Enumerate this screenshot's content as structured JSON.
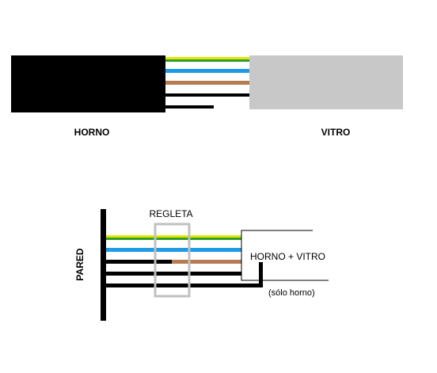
{
  "top": {
    "left_label": "HORNO",
    "right_label": "VITRO"
  },
  "bottom": {
    "wall_label": "PARED",
    "strip_label": "REGLETA",
    "box_label": "HORNO + VITRO",
    "note_label": "(sólo horno)"
  },
  "colors": {
    "yellow": "#e6e600",
    "green": "#2e9e2e",
    "blue": "#1e9be6",
    "brown": "#b57c54",
    "black": "#000000",
    "gray_cable": "#c8c8c8",
    "gray_frame": "#c0c0c0"
  }
}
